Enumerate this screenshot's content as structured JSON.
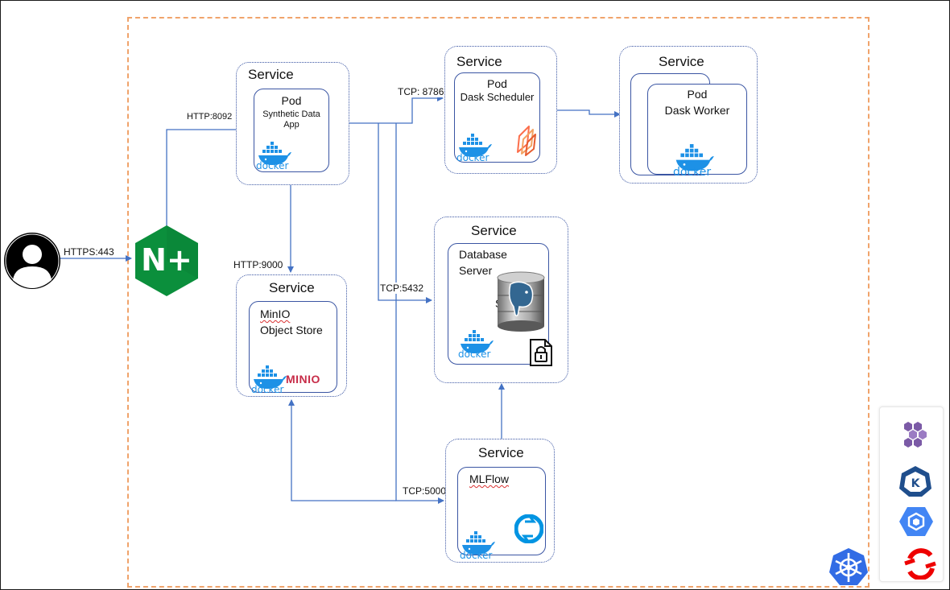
{
  "user": {
    "icon": "user-icon"
  },
  "ingress": {
    "icon": "nginx-plus-icon",
    "text": "N+"
  },
  "edges": {
    "https": "HTTPS:443",
    "http8092": "HTTP:8092",
    "tcp8786": "TCP: 8786",
    "http9000": "HTTP:9000",
    "tcp5432": "TCP:5432",
    "tcp5000": "TCP:5000"
  },
  "services": {
    "synthetic": {
      "title": "Service",
      "pod_title": "Pod",
      "pod_line1": "Synthetic Data",
      "pod_line2": "App",
      "docker": "docker"
    },
    "scheduler": {
      "title": "Service",
      "pod_title": "Pod",
      "pod_line1": "Dask Scheduler",
      "docker": "docker"
    },
    "worker": {
      "title": "Service",
      "pod_title": "Pod",
      "pod_line1": "Dask Worker",
      "docker": "docker"
    },
    "database": {
      "title": "Service",
      "line1": "Database",
      "line2": "Server",
      "partial": "S",
      "docker": "docker"
    },
    "minio": {
      "title": "Service",
      "line1": "MinIO",
      "line2": "Object Store",
      "docker": "docker",
      "logo": "MINIO"
    },
    "mlflow": {
      "title": "Service",
      "line1": "MLFlow",
      "docker": "docker"
    }
  },
  "side_panel": {
    "icons": [
      "kubeflow-icon",
      "knative-icon",
      "gke-icon",
      "openshift-icon"
    ]
  },
  "kubernetes": {
    "icon": "kubernetes-icon"
  },
  "colors": {
    "accent": "#4472c4",
    "service_border": "#3a55a3",
    "cluster_border": "#f0a36b",
    "docker": "#1d91e6",
    "nginx": "#009639"
  }
}
